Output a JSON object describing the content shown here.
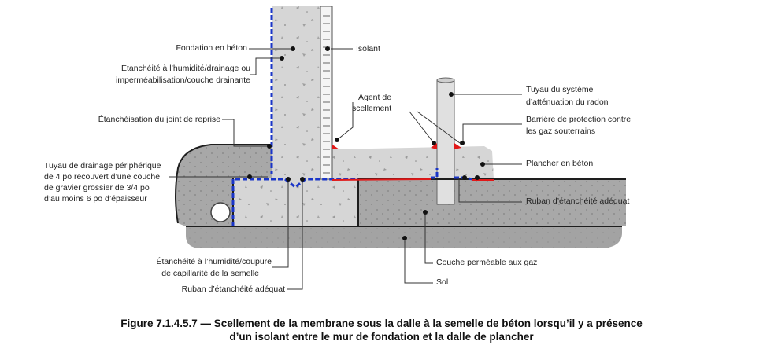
{
  "labels": {
    "fondation_beton": "Fondation en béton",
    "etancheite_drainage_l1": "Étanchéité à l’humidité/drainage ou",
    "etancheite_drainage_l2": "imperméabilisation/couche drainante",
    "etancheisation_joint": "Étanchéisation du joint de reprise",
    "tuyau_drainage_l1": "Tuyau de drainage périphérique",
    "tuyau_drainage_l2": "de 4 po recouvert d’une couche",
    "tuyau_drainage_l3": "de gravier grossier de 3/4 po",
    "tuyau_drainage_l4": "d’au moins 6 po d’épaisseur",
    "etancheite_coupure_l1": "Étanchéité à l’humidité/coupure",
    "etancheite_coupure_l2": "de capillarité de la semelle",
    "ruban_etancheite_bas": "Ruban d’étanchéité adéquat",
    "isolant": "Isolant",
    "agent_scellement_l1": "Agent de",
    "agent_scellement_l2": "scellement",
    "tuyau_radon_l1": "Tuyau du système",
    "tuyau_radon_l2": "d’atténuation du radon",
    "barriere_l1": "Barrière de protection contre",
    "barriere_l2": "les gaz souterrains",
    "plancher_beton": "Plancher en béton",
    "ruban_etancheite_droite": "Ruban d’étanchéité adéquat",
    "couche_permeable": "Couche perméable aux gaz",
    "sol": "Sol"
  },
  "caption": {
    "line1": "Figure 7.1.4.5.7 — Scellement de la membrane sous la dalle à la semelle de béton lorsqu’il y a présence",
    "line2": "d’un isolant entre le mur de fondation et la dalle de plancher"
  },
  "colors": {
    "concrete": "#d6d6d6",
    "gravel": "#a8a8a8",
    "soil": "#a3a3a3",
    "membrane": "#1a35c8",
    "sealant": "#e01818",
    "leader": "#333333"
  }
}
